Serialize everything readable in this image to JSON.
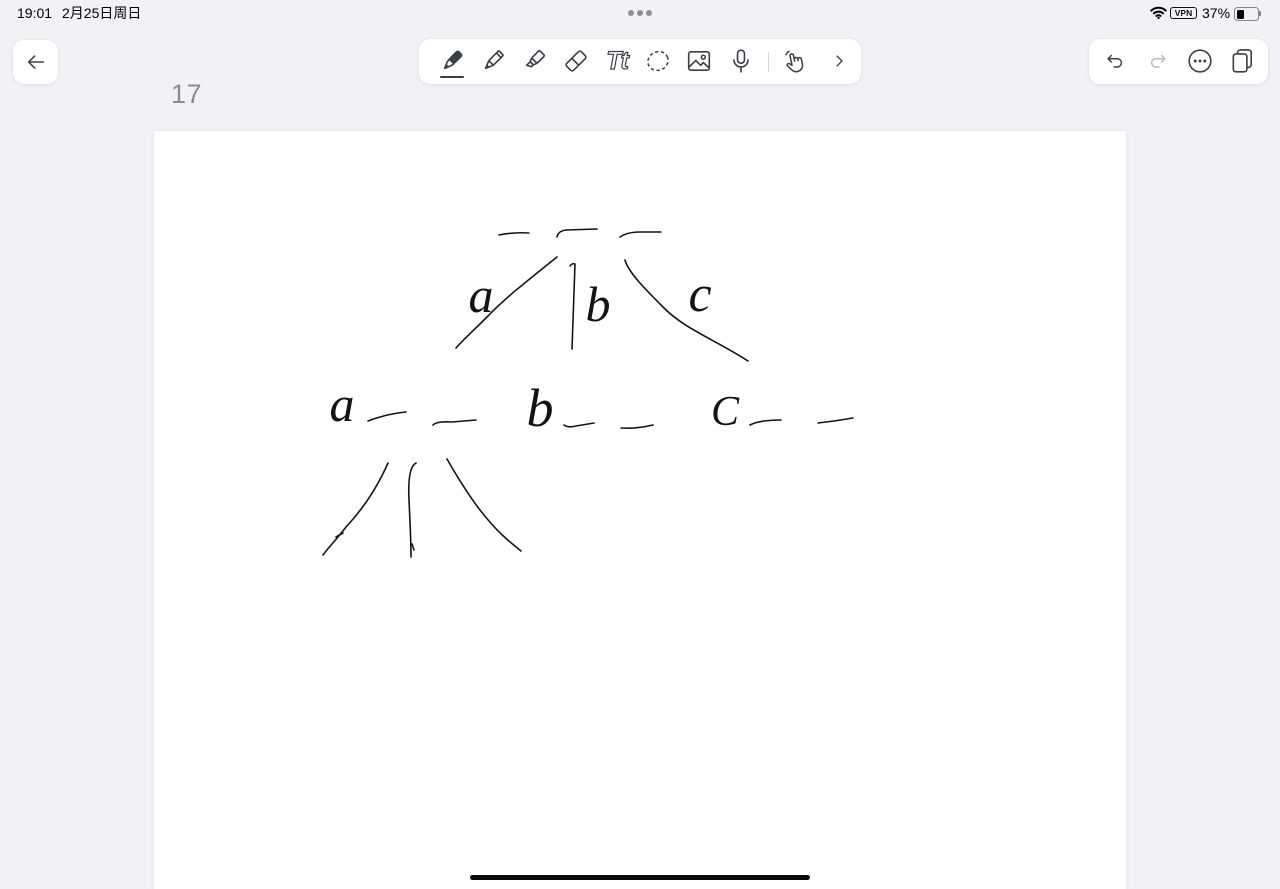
{
  "status_bar": {
    "time": "19:01",
    "date": "2月25日周日",
    "vpn_label": "VPN",
    "battery_label": "37%",
    "battery_level": 0.37,
    "icons": [
      "wifi-icon",
      "battery-icon"
    ]
  },
  "navigation": {
    "back_icon": "back-arrow-icon"
  },
  "toolbar": {
    "tools": [
      {
        "icon": "pen-icon",
        "selected": true
      },
      {
        "icon": "pencil-icon",
        "selected": false
      },
      {
        "icon": "highlighter-icon",
        "selected": false
      },
      {
        "icon": "eraser-icon",
        "selected": false
      },
      {
        "icon": "text-tool-icon",
        "selected": false
      },
      {
        "icon": "lasso-icon",
        "selected": false
      },
      {
        "icon": "image-icon",
        "selected": false
      },
      {
        "icon": "microphone-icon",
        "selected": false
      },
      {
        "icon": "hand-pointer-icon",
        "selected": false
      }
    ],
    "more_tools_icon": "chevron-right-icon",
    "text_tool_label": "Tt"
  },
  "actions": [
    {
      "icon": "undo-icon",
      "enabled": true
    },
    {
      "icon": "redo-icon",
      "enabled": false
    },
    {
      "icon": "more-icon",
      "enabled": true
    },
    {
      "icon": "pages-icon",
      "enabled": true
    }
  ],
  "page": {
    "number": "17"
  },
  "canvas": {
    "branch_labels": [
      "a",
      "b",
      "c"
    ],
    "node_labels": [
      "a",
      "b",
      "C"
    ]
  },
  "colors": {
    "background": "#f2f2f6",
    "card": "#ffffff",
    "icon": "#3a3e48",
    "icon_disabled": "#b8bcc5",
    "ink": "#141414",
    "page_number": "#8b8b90",
    "home_indicator": "#0a0a0a"
  }
}
